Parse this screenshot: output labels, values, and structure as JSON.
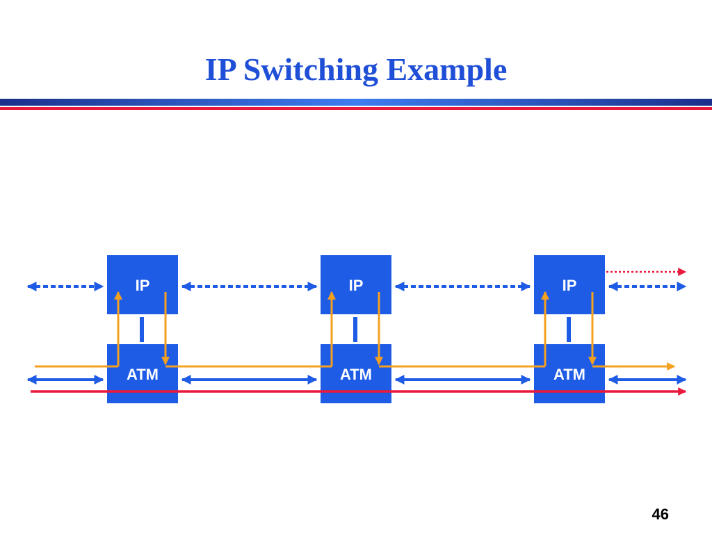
{
  "slide": {
    "title": "IP Switching Example",
    "page_number": "46"
  },
  "colors": {
    "title": "#1f4fd6",
    "box": "#1f5ce6",
    "blue_link": "#1f5ce6",
    "orange_flow": "#f5a01e",
    "red_flow": "#e8193c",
    "rule_dark_blue": "#1a2f8a",
    "rule_light_blue": "#3d7df0",
    "rule_red": "#e8193c"
  },
  "nodes": [
    {
      "ip_label": "IP",
      "atm_label": "ATM"
    },
    {
      "ip_label": "IP",
      "atm_label": "ATM"
    },
    {
      "ip_label": "IP",
      "atm_label": "ATM"
    }
  ]
}
